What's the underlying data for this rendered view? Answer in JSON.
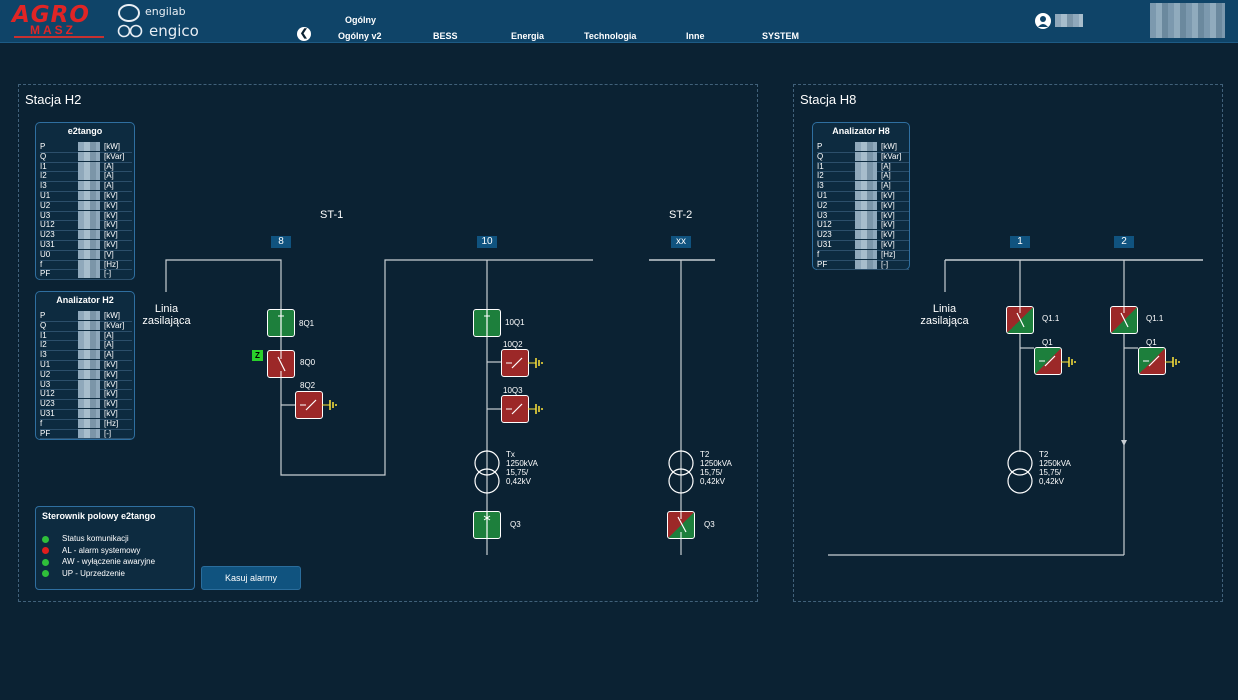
{
  "header": {
    "logo_main": "AGRO",
    "logo_sub": "MASZ",
    "brand1": "engilab",
    "brand2": "engico",
    "nav": {
      "ogolny": "Ogólny",
      "ogolny_v2": "Ogólny v2",
      "bess": "BESS",
      "energia": "Energia",
      "technologia": "Technologia",
      "inne": "Inne",
      "system": "SYSTEM"
    }
  },
  "station_h2": {
    "title": "Stacja H2",
    "meter1": {
      "title": "e2tango",
      "rows": [
        {
          "label": "P",
          "unit": "[kW]"
        },
        {
          "label": "Q",
          "unit": "[kVar]"
        },
        {
          "label": "I1",
          "unit": "[A]"
        },
        {
          "label": "I2",
          "unit": "[A]"
        },
        {
          "label": "I3",
          "unit": "[A]"
        },
        {
          "label": "U1",
          "unit": "[kV]"
        },
        {
          "label": "U2",
          "unit": "[kV]"
        },
        {
          "label": "U3",
          "unit": "[kV]"
        },
        {
          "label": "U12",
          "unit": "[kV]"
        },
        {
          "label": "U23",
          "unit": "[kV]"
        },
        {
          "label": "U31",
          "unit": "[kV]"
        },
        {
          "label": "U0",
          "unit": "[V]"
        },
        {
          "label": "f",
          "unit": "[Hz]"
        },
        {
          "label": "PF",
          "unit": "[-]"
        }
      ]
    },
    "meter2": {
      "title": "Analizator H2",
      "rows": [
        {
          "label": "P",
          "unit": "[kW]"
        },
        {
          "label": "Q",
          "unit": "[kVar]"
        },
        {
          "label": "I1",
          "unit": "[A]"
        },
        {
          "label": "I2",
          "unit": "[A]"
        },
        {
          "label": "I3",
          "unit": "[A]"
        },
        {
          "label": "U1",
          "unit": "[kV]"
        },
        {
          "label": "U2",
          "unit": "[kV]"
        },
        {
          "label": "U3",
          "unit": "[kV]"
        },
        {
          "label": "U12",
          "unit": "[kV]"
        },
        {
          "label": "U23",
          "unit": "[kV]"
        },
        {
          "label": "U31",
          "unit": "[kV]"
        },
        {
          "label": "f",
          "unit": "[Hz]"
        },
        {
          "label": "PF",
          "unit": "[-]"
        }
      ]
    },
    "st1": "ST-1",
    "st2": "ST-2",
    "bay8": "8",
    "bay10": "10",
    "bayxx": "xx",
    "line_label": "Linia\nzasilająca",
    "devices": {
      "q8q1": "8Q1",
      "q8q0": "8Q0",
      "q8q2": "8Q2",
      "z_badge": "Z",
      "q10q1": "10Q1",
      "q10q2": "10Q2",
      "q10q3": "10Q3",
      "tx_label": "Tx\n1250kVA\n15,75/\n0,42kV",
      "q3_left": "Q3",
      "t2_label": "T2\n1250kVA\n15,75/\n0,42kV",
      "q3_right": "Q3"
    },
    "legend": {
      "title": "Sterownik polowy e2tango",
      "items": [
        {
          "label": "Status komunikacji",
          "color": "#2fbf3a"
        },
        {
          "label": "AL - alarm systemowy",
          "color": "#e21d1d"
        },
        {
          "label": "AW - wyłączenie awaryjne",
          "color": "#2fbf3a"
        },
        {
          "label": "UP - Uprzedzenie",
          "color": "#2fbf3a"
        }
      ]
    },
    "reset_button": "Kasuj alarmy"
  },
  "station_h8": {
    "title": "Stacja H8",
    "meter": {
      "title": "Analizator H8",
      "rows": [
        {
          "label": "P",
          "unit": "[kW]"
        },
        {
          "label": "Q",
          "unit": "[kVar]"
        },
        {
          "label": "I1",
          "unit": "[A]"
        },
        {
          "label": "I2",
          "unit": "[A]"
        },
        {
          "label": "I3",
          "unit": "[A]"
        },
        {
          "label": "U1",
          "unit": "[kV]"
        },
        {
          "label": "U2",
          "unit": "[kV]"
        },
        {
          "label": "U3",
          "unit": "[kV]"
        },
        {
          "label": "U12",
          "unit": "[kV]"
        },
        {
          "label": "U23",
          "unit": "[kV]"
        },
        {
          "label": "U31",
          "unit": "[kV]"
        },
        {
          "label": "f",
          "unit": "[Hz]"
        },
        {
          "label": "PF",
          "unit": "[-]"
        }
      ]
    },
    "bay1": "1",
    "bay2": "2",
    "line_label": "Linia\nzasilająca",
    "devices": {
      "q11_a": "Q1.1",
      "q1_a": "Q1",
      "q11_b": "Q1.1",
      "q1_b": "Q1",
      "t2_label": "T2\n1250kVA\n15,75/\n0,42kV"
    }
  }
}
